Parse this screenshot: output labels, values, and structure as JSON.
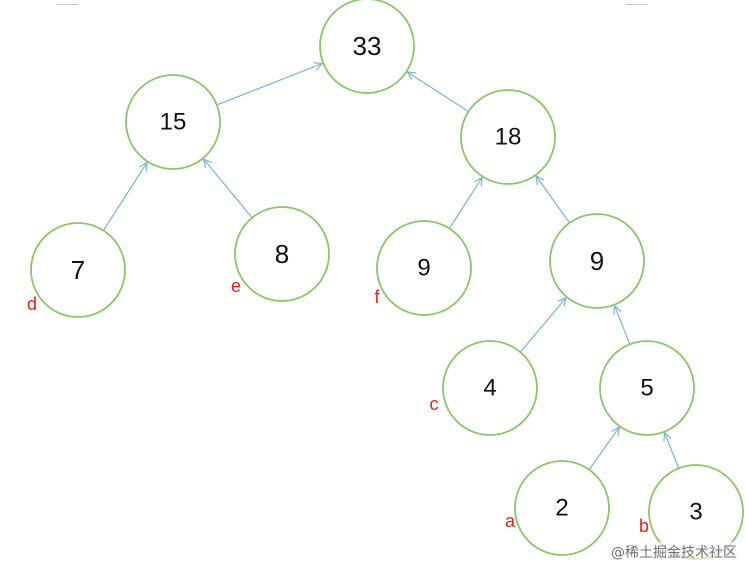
{
  "tree": {
    "nodes": [
      {
        "id": "n33",
        "value": "33"
      },
      {
        "id": "n15",
        "value": "15"
      },
      {
        "id": "n18",
        "value": "18"
      },
      {
        "id": "n7",
        "value": "7",
        "tag": "d"
      },
      {
        "id": "n8",
        "value": "8",
        "tag": "e"
      },
      {
        "id": "n9f",
        "value": "9",
        "tag": "f"
      },
      {
        "id": "n9",
        "value": "9"
      },
      {
        "id": "n4",
        "value": "4",
        "tag": "c"
      },
      {
        "id": "n5",
        "value": "5"
      },
      {
        "id": "n2",
        "value": "2",
        "tag": "a"
      },
      {
        "id": "n3",
        "value": "3",
        "tag": "b"
      }
    ],
    "edges": [
      {
        "from": "n15",
        "to": "n33"
      },
      {
        "from": "n18",
        "to": "n33"
      },
      {
        "from": "n7",
        "to": "n15"
      },
      {
        "from": "n8",
        "to": "n15"
      },
      {
        "from": "n9f",
        "to": "n18"
      },
      {
        "from": "n9",
        "to": "n18"
      },
      {
        "from": "n4",
        "to": "n9"
      },
      {
        "from": "n5",
        "to": "n9"
      },
      {
        "from": "n2",
        "to": "n5"
      },
      {
        "from": "n3",
        "to": "n5"
      }
    ]
  },
  "watermark": {
    "text": "@稀土掘金技术社区"
  },
  "colors": {
    "node_stroke": "#8cc46a",
    "edge": "#7ab2dc",
    "tag": "#e0221c"
  }
}
